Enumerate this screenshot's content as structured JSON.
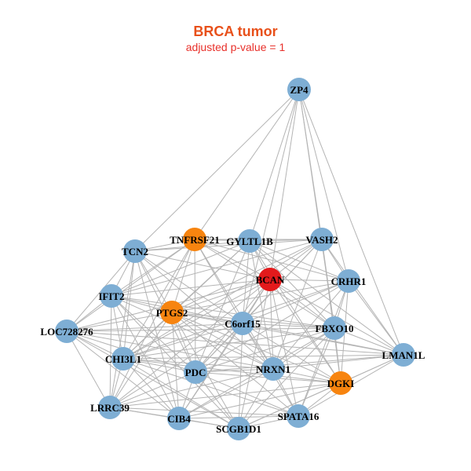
{
  "title": "BRCA tumor",
  "subtitle": "adjusted p-value = 1",
  "colors": {
    "default": "#7eaed4",
    "orange": "#f7840f",
    "red": "#e31a1c",
    "edge": "#b4b4b4"
  },
  "nodes": [
    {
      "id": "ZP4",
      "label": "ZP4",
      "color": "default"
    },
    {
      "id": "TCN2",
      "label": "TCN2",
      "color": "default"
    },
    {
      "id": "TNFRSF21",
      "label": "TNFRSF21",
      "color": "orange"
    },
    {
      "id": "GYLTL1B",
      "label": "GYLTL1B",
      "color": "default"
    },
    {
      "id": "VASH2",
      "label": "VASH2",
      "color": "default"
    },
    {
      "id": "BCAN",
      "label": "BCAN",
      "color": "red"
    },
    {
      "id": "CRHR1",
      "label": "CRHR1",
      "color": "default"
    },
    {
      "id": "IFIT2",
      "label": "IFIT2",
      "color": "default"
    },
    {
      "id": "PTGS2",
      "label": "PTGS2",
      "color": "orange"
    },
    {
      "id": "C6orf15",
      "label": "C6orf15",
      "color": "default"
    },
    {
      "id": "FBXO10",
      "label": "FBXO10",
      "color": "default"
    },
    {
      "id": "LOC728276",
      "label": "LOC728276",
      "color": "default"
    },
    {
      "id": "LMAN1L",
      "label": "LMAN1L",
      "color": "default"
    },
    {
      "id": "CHI3L1",
      "label": "CHI3L1",
      "color": "default"
    },
    {
      "id": "PDC",
      "label": "PDC",
      "color": "default"
    },
    {
      "id": "NRXN1",
      "label": "NRXN1",
      "color": "default"
    },
    {
      "id": "DGKI",
      "label": "DGKI",
      "color": "orange"
    },
    {
      "id": "LRRC39",
      "label": "LRRC39",
      "color": "default"
    },
    {
      "id": "CIB4",
      "label": "CIB4",
      "color": "default"
    },
    {
      "id": "SCGB1D1",
      "label": "SCGB1D1",
      "color": "default"
    },
    {
      "id": "SPATA16",
      "label": "SPATA16",
      "color": "default"
    }
  ],
  "edges": [
    [
      "ZP4",
      "TCN2"
    ],
    [
      "ZP4",
      "TNFRSF21"
    ],
    [
      "ZP4",
      "GYLTL1B"
    ],
    [
      "ZP4",
      "VASH2"
    ],
    [
      "ZP4",
      "BCAN"
    ],
    [
      "ZP4",
      "CRHR1"
    ],
    [
      "ZP4",
      "C6orf15"
    ],
    [
      "ZP4",
      "LMAN1L"
    ],
    [
      "ZP4",
      "FBXO10"
    ],
    [
      "TCN2",
      "TNFRSF21"
    ],
    [
      "TCN2",
      "GYLTL1B"
    ],
    [
      "TCN2",
      "IFIT2"
    ],
    [
      "TCN2",
      "PTGS2"
    ],
    [
      "TCN2",
      "LOC728276"
    ],
    [
      "TCN2",
      "CHI3L1"
    ],
    [
      "TCN2",
      "PDC"
    ],
    [
      "TCN2",
      "C6orf15"
    ],
    [
      "TCN2",
      "BCAN"
    ],
    [
      "TCN2",
      "VASH2"
    ],
    [
      "TCN2",
      "LRRC39"
    ],
    [
      "TCN2",
      "CIB4"
    ],
    [
      "TCN2",
      "NRXN1"
    ],
    [
      "TNFRSF21",
      "GYLTL1B"
    ],
    [
      "TNFRSF21",
      "VASH2"
    ],
    [
      "TNFRSF21",
      "BCAN"
    ],
    [
      "TNFRSF21",
      "IFIT2"
    ],
    [
      "TNFRSF21",
      "PTGS2"
    ],
    [
      "TNFRSF21",
      "C6orf15"
    ],
    [
      "TNFRSF21",
      "CHI3L1"
    ],
    [
      "TNFRSF21",
      "PDC"
    ],
    [
      "TNFRSF21",
      "LOC728276"
    ],
    [
      "TNFRSF21",
      "CRHR1"
    ],
    [
      "TNFRSF21",
      "NRXN1"
    ],
    [
      "TNFRSF21",
      "FBXO10"
    ],
    [
      "TNFRSF21",
      "LRRC39"
    ],
    [
      "GYLTL1B",
      "VASH2"
    ],
    [
      "GYLTL1B",
      "BCAN"
    ],
    [
      "GYLTL1B",
      "CRHR1"
    ],
    [
      "GYLTL1B",
      "PTGS2"
    ],
    [
      "GYLTL1B",
      "C6orf15"
    ],
    [
      "GYLTL1B",
      "IFIT2"
    ],
    [
      "GYLTL1B",
      "FBXO10"
    ],
    [
      "GYLTL1B",
      "CHI3L1"
    ],
    [
      "GYLTL1B",
      "PDC"
    ],
    [
      "GYLTL1B",
      "NRXN1"
    ],
    [
      "GYLTL1B",
      "LMAN1L"
    ],
    [
      "GYLTL1B",
      "DGKI"
    ],
    [
      "VASH2",
      "BCAN"
    ],
    [
      "VASH2",
      "CRHR1"
    ],
    [
      "VASH2",
      "FBXO10"
    ],
    [
      "VASH2",
      "LMAN1L"
    ],
    [
      "VASH2",
      "C6orf15"
    ],
    [
      "VASH2",
      "PTGS2"
    ],
    [
      "VASH2",
      "IFIT2"
    ],
    [
      "VASH2",
      "NRXN1"
    ],
    [
      "VASH2",
      "DGKI"
    ],
    [
      "VASH2",
      "PDC"
    ],
    [
      "VASH2",
      "CHI3L1"
    ],
    [
      "BCAN",
      "CRHR1"
    ],
    [
      "BCAN",
      "PTGS2"
    ],
    [
      "BCAN",
      "C6orf15"
    ],
    [
      "BCAN",
      "FBXO10"
    ],
    [
      "BCAN",
      "IFIT2"
    ],
    [
      "BCAN",
      "LOC728276"
    ],
    [
      "BCAN",
      "CHI3L1"
    ],
    [
      "BCAN",
      "PDC"
    ],
    [
      "BCAN",
      "NRXN1"
    ],
    [
      "BCAN",
      "DGKI"
    ],
    [
      "BCAN",
      "LMAN1L"
    ],
    [
      "BCAN",
      "LRRC39"
    ],
    [
      "BCAN",
      "CIB4"
    ],
    [
      "BCAN",
      "SCGB1D1"
    ],
    [
      "BCAN",
      "SPATA16"
    ],
    [
      "CRHR1",
      "FBXO10"
    ],
    [
      "CRHR1",
      "LMAN1L"
    ],
    [
      "CRHR1",
      "C6orf15"
    ],
    [
      "CRHR1",
      "DGKI"
    ],
    [
      "CRHR1",
      "NRXN1"
    ],
    [
      "CRHR1",
      "PTGS2"
    ],
    [
      "CRHR1",
      "SPATA16"
    ],
    [
      "CRHR1",
      "PDC"
    ],
    [
      "CRHR1",
      "CHI3L1"
    ],
    [
      "IFIT2",
      "PTGS2"
    ],
    [
      "IFIT2",
      "LOC728276"
    ],
    [
      "IFIT2",
      "CHI3L1"
    ],
    [
      "IFIT2",
      "C6orf15"
    ],
    [
      "IFIT2",
      "PDC"
    ],
    [
      "IFIT2",
      "LRRC39"
    ],
    [
      "IFIT2",
      "CIB4"
    ],
    [
      "IFIT2",
      "FBXO10"
    ],
    [
      "IFIT2",
      "NRXN1"
    ],
    [
      "IFIT2",
      "SCGB1D1"
    ],
    [
      "PTGS2",
      "C6orf15"
    ],
    [
      "PTGS2",
      "LOC728276"
    ],
    [
      "PTGS2",
      "CHI3L1"
    ],
    [
      "PTGS2",
      "PDC"
    ],
    [
      "PTGS2",
      "FBXO10"
    ],
    [
      "PTGS2",
      "NRXN1"
    ],
    [
      "PTGS2",
      "LRRC39"
    ],
    [
      "PTGS2",
      "CIB4"
    ],
    [
      "PTGS2",
      "SCGB1D1"
    ],
    [
      "PTGS2",
      "DGKI"
    ],
    [
      "PTGS2",
      "SPATA16"
    ],
    [
      "PTGS2",
      "LMAN1L"
    ],
    [
      "C6orf15",
      "FBXO10"
    ],
    [
      "C6orf15",
      "NRXN1"
    ],
    [
      "C6orf15",
      "PDC"
    ],
    [
      "C6orf15",
      "CHI3L1"
    ],
    [
      "C6orf15",
      "LOC728276"
    ],
    [
      "C6orf15",
      "DGKI"
    ],
    [
      "C6orf15",
      "LMAN1L"
    ],
    [
      "C6orf15",
      "SCGB1D1"
    ],
    [
      "C6orf15",
      "SPATA16"
    ],
    [
      "C6orf15",
      "CIB4"
    ],
    [
      "C6orf15",
      "LRRC39"
    ],
    [
      "FBXO10",
      "LMAN1L"
    ],
    [
      "FBXO10",
      "NRXN1"
    ],
    [
      "FBXO10",
      "DGKI"
    ],
    [
      "FBXO10",
      "CHI3L1"
    ],
    [
      "FBXO10",
      "LOC728276"
    ],
    [
      "FBXO10",
      "PDC"
    ],
    [
      "FBXO10",
      "SPATA16"
    ],
    [
      "FBXO10",
      "SCGB1D1"
    ],
    [
      "FBXO10",
      "CIB4"
    ],
    [
      "LOC728276",
      "CHI3L1"
    ],
    [
      "LOC728276",
      "LRRC39"
    ],
    [
      "LOC728276",
      "PDC"
    ],
    [
      "LOC728276",
      "CIB4"
    ],
    [
      "LOC728276",
      "NRXN1"
    ],
    [
      "LOC728276",
      "LMAN1L"
    ],
    [
      "LOC728276",
      "SCGB1D1"
    ],
    [
      "LMAN1L",
      "DGKI"
    ],
    [
      "LMAN1L",
      "NRXN1"
    ],
    [
      "LMAN1L",
      "SPATA16"
    ],
    [
      "LMAN1L",
      "CHI3L1"
    ],
    [
      "LMAN1L",
      "PDC"
    ],
    [
      "LMAN1L",
      "SCGB1D1"
    ],
    [
      "CHI3L1",
      "PDC"
    ],
    [
      "CHI3L1",
      "LRRC39"
    ],
    [
      "CHI3L1",
      "CIB4"
    ],
    [
      "CHI3L1",
      "NRXN1"
    ],
    [
      "CHI3L1",
      "SCGB1D1"
    ],
    [
      "CHI3L1",
      "DGKI"
    ],
    [
      "CHI3L1",
      "SPATA16"
    ],
    [
      "PDC",
      "NRXN1"
    ],
    [
      "PDC",
      "CIB4"
    ],
    [
      "PDC",
      "SCGB1D1"
    ],
    [
      "PDC",
      "LRRC39"
    ],
    [
      "PDC",
      "DGKI"
    ],
    [
      "PDC",
      "SPATA16"
    ],
    [
      "NRXN1",
      "DGKI"
    ],
    [
      "NRXN1",
      "SPATA16"
    ],
    [
      "NRXN1",
      "SCGB1D1"
    ],
    [
      "NRXN1",
      "CIB4"
    ],
    [
      "NRXN1",
      "LRRC39"
    ],
    [
      "DGKI",
      "SPATA16"
    ],
    [
      "DGKI",
      "SCGB1D1"
    ],
    [
      "DGKI",
      "CIB4"
    ],
    [
      "DGKI",
      "LRRC39"
    ],
    [
      "LRRC39",
      "CIB4"
    ],
    [
      "LRRC39",
      "SCGB1D1"
    ],
    [
      "LRRC39",
      "SPATA16"
    ],
    [
      "CIB4",
      "SCGB1D1"
    ],
    [
      "CIB4",
      "SPATA16"
    ],
    [
      "SCGB1D1",
      "SPATA16"
    ]
  ]
}
